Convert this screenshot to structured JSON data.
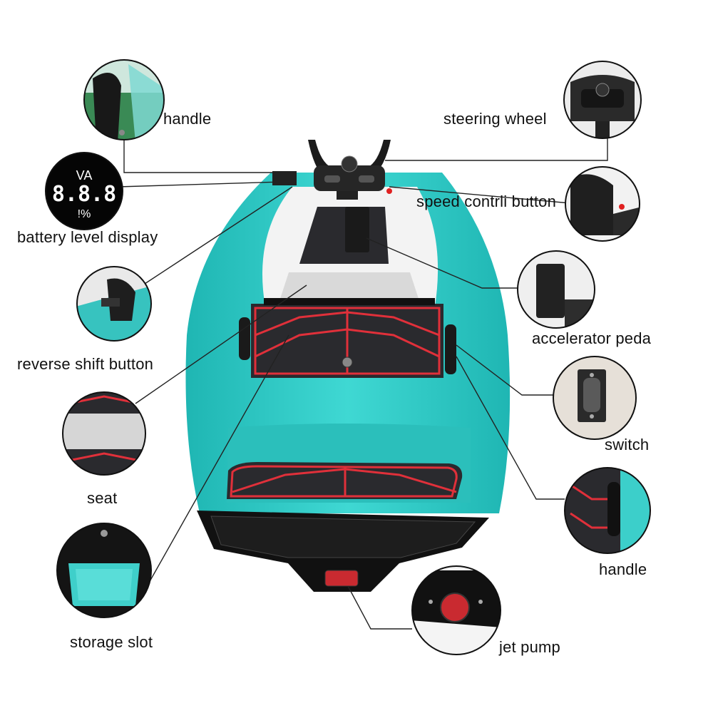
{
  "labels": {
    "handle_top": "handle",
    "steering_wheel": "steering wheel",
    "battery_level_display": "battery level display",
    "speed_control_button": "speed contrli button",
    "reverse_shift_button": "reverse shift button",
    "accelerator_pedal": "accelerator peda",
    "switch": "switch",
    "seat": "seat",
    "handle_side": "handle",
    "storage_slot": "storage slot",
    "jet_pump": "jet pump"
  },
  "battery_display": {
    "units_top": "VA",
    "digits": "8.8.8",
    "units_bottom": "!%"
  },
  "colors": {
    "hull": "#2ec8c4",
    "deck_pad": "#2a2a2e",
    "deck_stripe": "#e0303a",
    "seat": "#d8d8d8",
    "black_panel": "#111111"
  }
}
